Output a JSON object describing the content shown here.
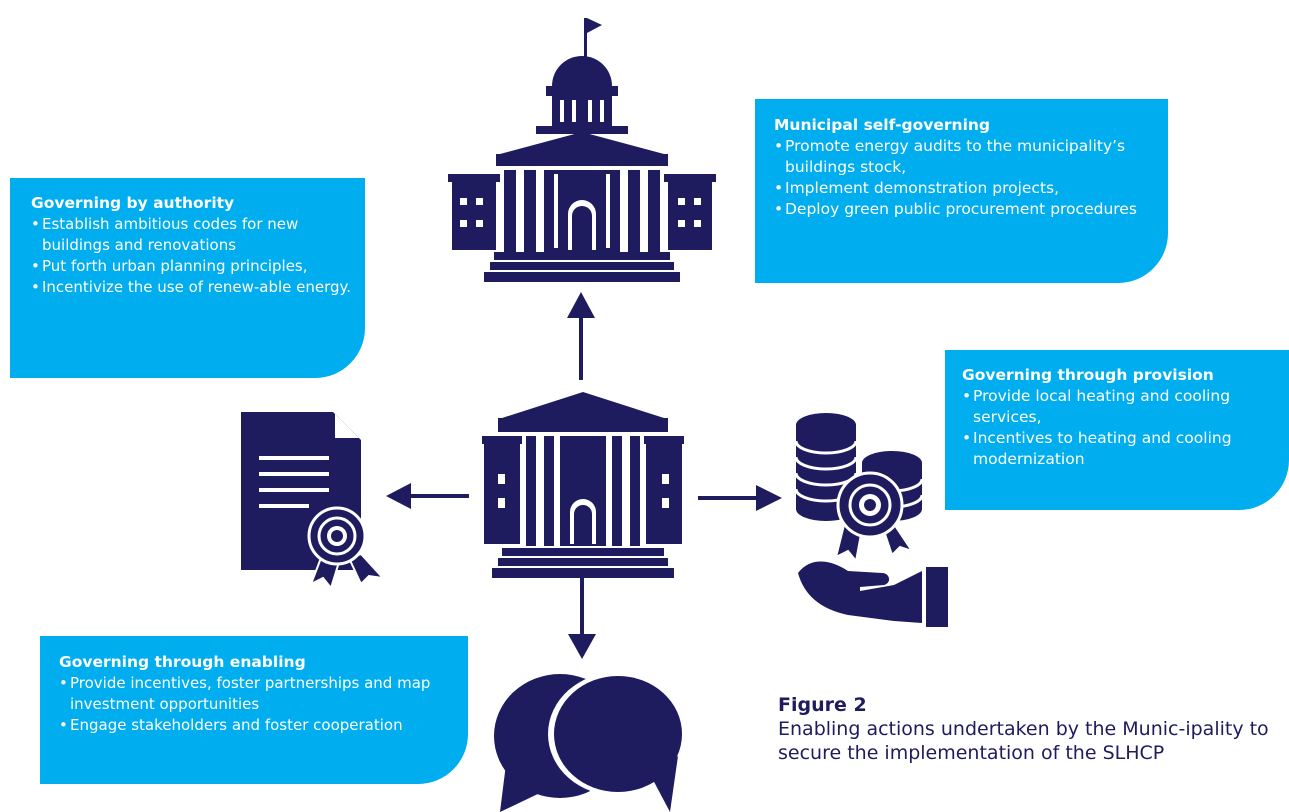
{
  "colors": {
    "navy": "#1e1b5e",
    "accent": "#00aeef",
    "text_on_accent": "#ffffff"
  },
  "boxes": {
    "authority": {
      "title": "Governing by authority",
      "items": [
        "Establish ambitious codes for new buildings and renovations",
        "Put forth urban planning principles,",
        "Incentivize the use of renew-able energy."
      ]
    },
    "self_governing": {
      "title": "Municipal self-governing",
      "items": [
        "Promote energy audits to the municipality’s buildings stock,",
        "Implement demonstration projects,",
        "Deploy green public procurement procedures"
      ]
    },
    "provision": {
      "title": "Governing through provision",
      "items": [
        "Provide local heating and cooling services,",
        "Incentives to heating and cooling modernization"
      ]
    },
    "enabling": {
      "title": "Governing through enabling",
      "items": [
        "Provide incentives, foster partnerships and map investment opportunities",
        "Engage stakeholders and foster cooperation"
      ]
    }
  },
  "caption": {
    "figure_label": "Figure 2",
    "text": "Enabling actions undertaken by the Munic-ipality to secure the implementation of the SLHCP"
  },
  "icons": {
    "top": "capitol-building-icon",
    "center": "municipal-building-icon",
    "left": "certificate-document-icon",
    "right": "coins-hand-icon",
    "bottom": "speech-bubbles-icon"
  }
}
